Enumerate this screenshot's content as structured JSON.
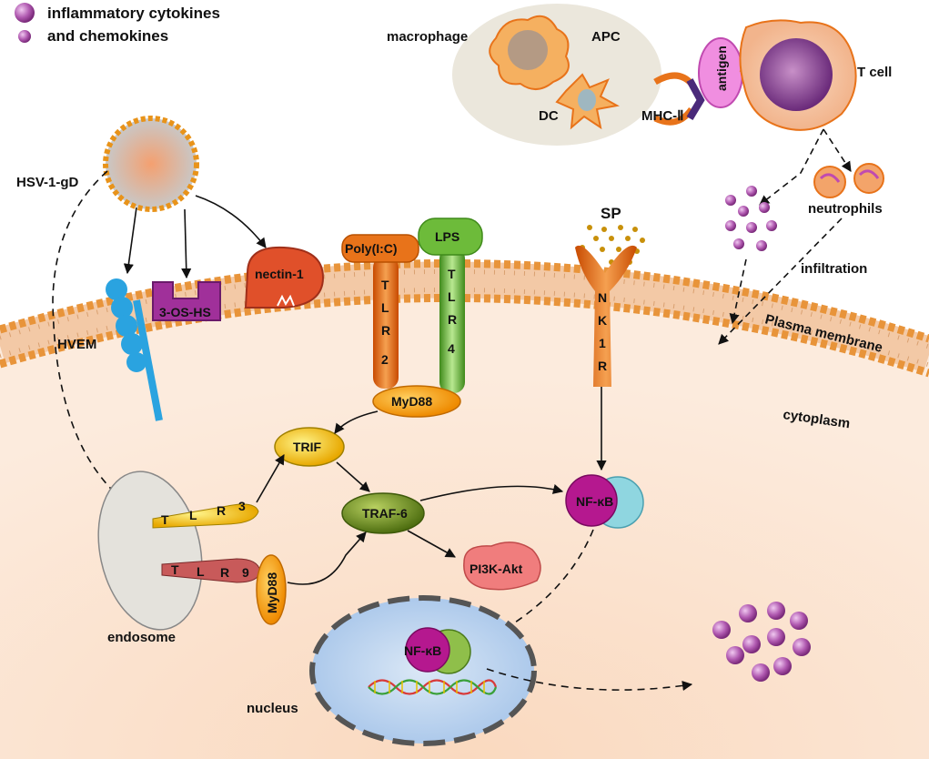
{
  "legend": {
    "item1": "inflammatory cytokines",
    "item2": "and chemokines",
    "colors": {
      "particle": "#a34aa3"
    }
  },
  "apc": {
    "macrophage": "macrophage",
    "apc": "APC",
    "dc": "DC",
    "mhc": "MHC-Ⅱ",
    "antigen": "antigen",
    "tcell": "T cell"
  },
  "virus": {
    "label": "HSV-1-gD"
  },
  "receptors": {
    "hvem": "HVEM",
    "os_hs": "3-OS-HS",
    "nectin": "nectin-1",
    "polyic": "Poly(I:C)",
    "lps": "LPS",
    "sp": "SP",
    "tlr2": [
      "T",
      "L",
      "R",
      "2"
    ],
    "tlr4": [
      "T",
      "L",
      "R",
      "4"
    ],
    "nk1r": [
      "N",
      "K",
      "1",
      "R"
    ],
    "tlr3": [
      "T",
      "L",
      "R",
      "3"
    ],
    "tlr9": [
      "T",
      "L",
      "R",
      "9"
    ]
  },
  "signaling": {
    "myd88": "MyD88",
    "myd88_endo": "MyD88",
    "trif": "TRIF",
    "traf6": "TRAF-6",
    "pi3k": "PI3K-Akt",
    "nfkb": "NF-κB",
    "nfkb_nucleus": "NF-κB"
  },
  "regions": {
    "neutrophils": "neutrophils",
    "infiltration": "infiltration",
    "plasma_membrane": "Plasma membrane",
    "cytoplasm": "cytoplasm",
    "endosome": "endosome",
    "nucleus": "nucleus"
  },
  "colors": {
    "cytoplasm": "#fbe3d1",
    "membrane_head": "#e8943a",
    "apc_bg": "#ebe7dc",
    "tlr": "#e8731a",
    "tlr4": "#6dbb3a",
    "trif": "#f0c400",
    "traf6": "#6f8e1c",
    "pi3k": "#f07d7d",
    "nfkb_left": "#b5188f",
    "nfkb_right": "#8fd6e0",
    "hvem": "#2aa3e0",
    "os_hs": "#a0309a",
    "nectin": "#e0502a",
    "nucleus": "#b9d3ef",
    "endosome": "#e4e2dc"
  }
}
